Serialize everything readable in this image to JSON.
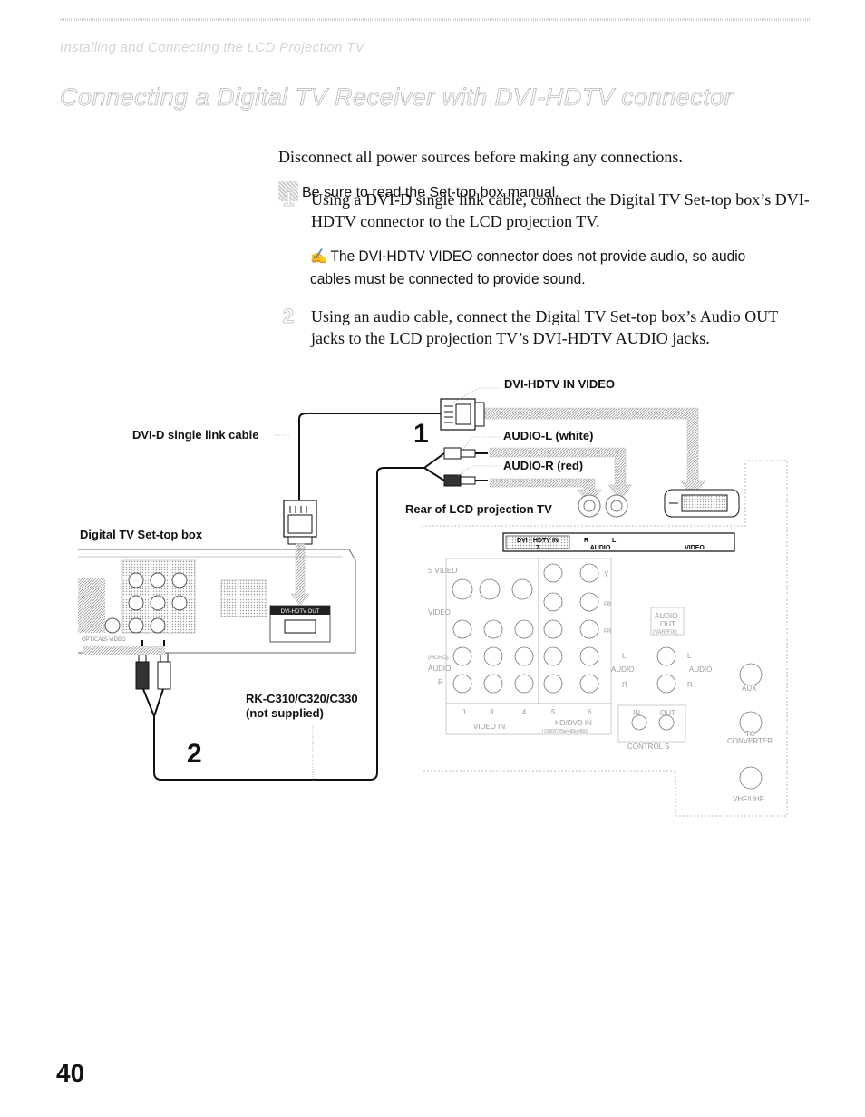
{
  "header": {
    "section": "Installing and Connecting the LCD Projection TV"
  },
  "title": "Connecting a Digital TV Receiver with DVI-HDTV connector",
  "intro": "Disconnect all power sources before making any connections.",
  "tip": {
    "icon": "tip-icon",
    "text": "Be sure to read the Set-top box manual."
  },
  "steps": [
    {
      "num": "1",
      "text": "Using a DVI-D single link cable, connect the Digital TV Set-top box’s DVI-HDTV connector to the LCD projection TV."
    },
    {
      "num": "2",
      "text": "Using an audio cable, connect the Digital TV Set-top box’s Audio OUT jacks to the LCD projection TV’s DVI-HDTV AUDIO jacks."
    }
  ],
  "note": {
    "icon": "pen-icon",
    "text": "The DVI-HDTV VIDEO connector does not provide audio, so audio cables must be connected to provide sound."
  },
  "diagram": {
    "labels": {
      "dvi_video": "DVI-HDTV IN VIDEO",
      "dvi_cable": "DVI-D single link cable",
      "audio_l": "AUDIO-L (white)",
      "audio_r": "AUDIO-R (red)",
      "rear_tv": "Rear of LCD projection TV",
      "settop": "Digital TV Set-top box",
      "rk_model": "RK-C310/C320/C330",
      "rk_note": "(not supplied)",
      "callout_1": "1",
      "callout_2": "2"
    },
    "tv_panel": {
      "dvi_in": "DVI - HDTV  IN",
      "dvi_in_num": "7",
      "r": "R",
      "l": "L",
      "audio": "AUDIO",
      "video": "VIDEO",
      "s_video": "S VIDEO",
      "video_label": "VIDEO",
      "audio_label": "AUDIO",
      "mono": "(MONO)",
      "l_label": "L",
      "r_label": "R",
      "y": "Y",
      "pb": "PB",
      "pr": "PR",
      "input_nums": [
        "1",
        "3",
        "4",
        "5",
        "6"
      ],
      "video_in": "VIDEO IN",
      "hd_dvd_in": "HD/DVD IN",
      "hd_dvd_sub": "(1080i/720p/480p/480i)",
      "audio_out": "AUDIO",
      "audio_out2": "OUT",
      "var_fix": "(VAR/FIX)",
      "in": "IN",
      "out": "OUT",
      "control_s": "CONTROL S",
      "aux": "AUX",
      "to": "TO",
      "converter": "CONVERTER",
      "vhf_uhf": "VHF/UHF"
    },
    "settop_panel": {
      "dvi_out": "DVI-HDTV OUT",
      "optical": "OPTICAL",
      "s_video": "S-VIDEO"
    }
  },
  "page_number": "40"
}
